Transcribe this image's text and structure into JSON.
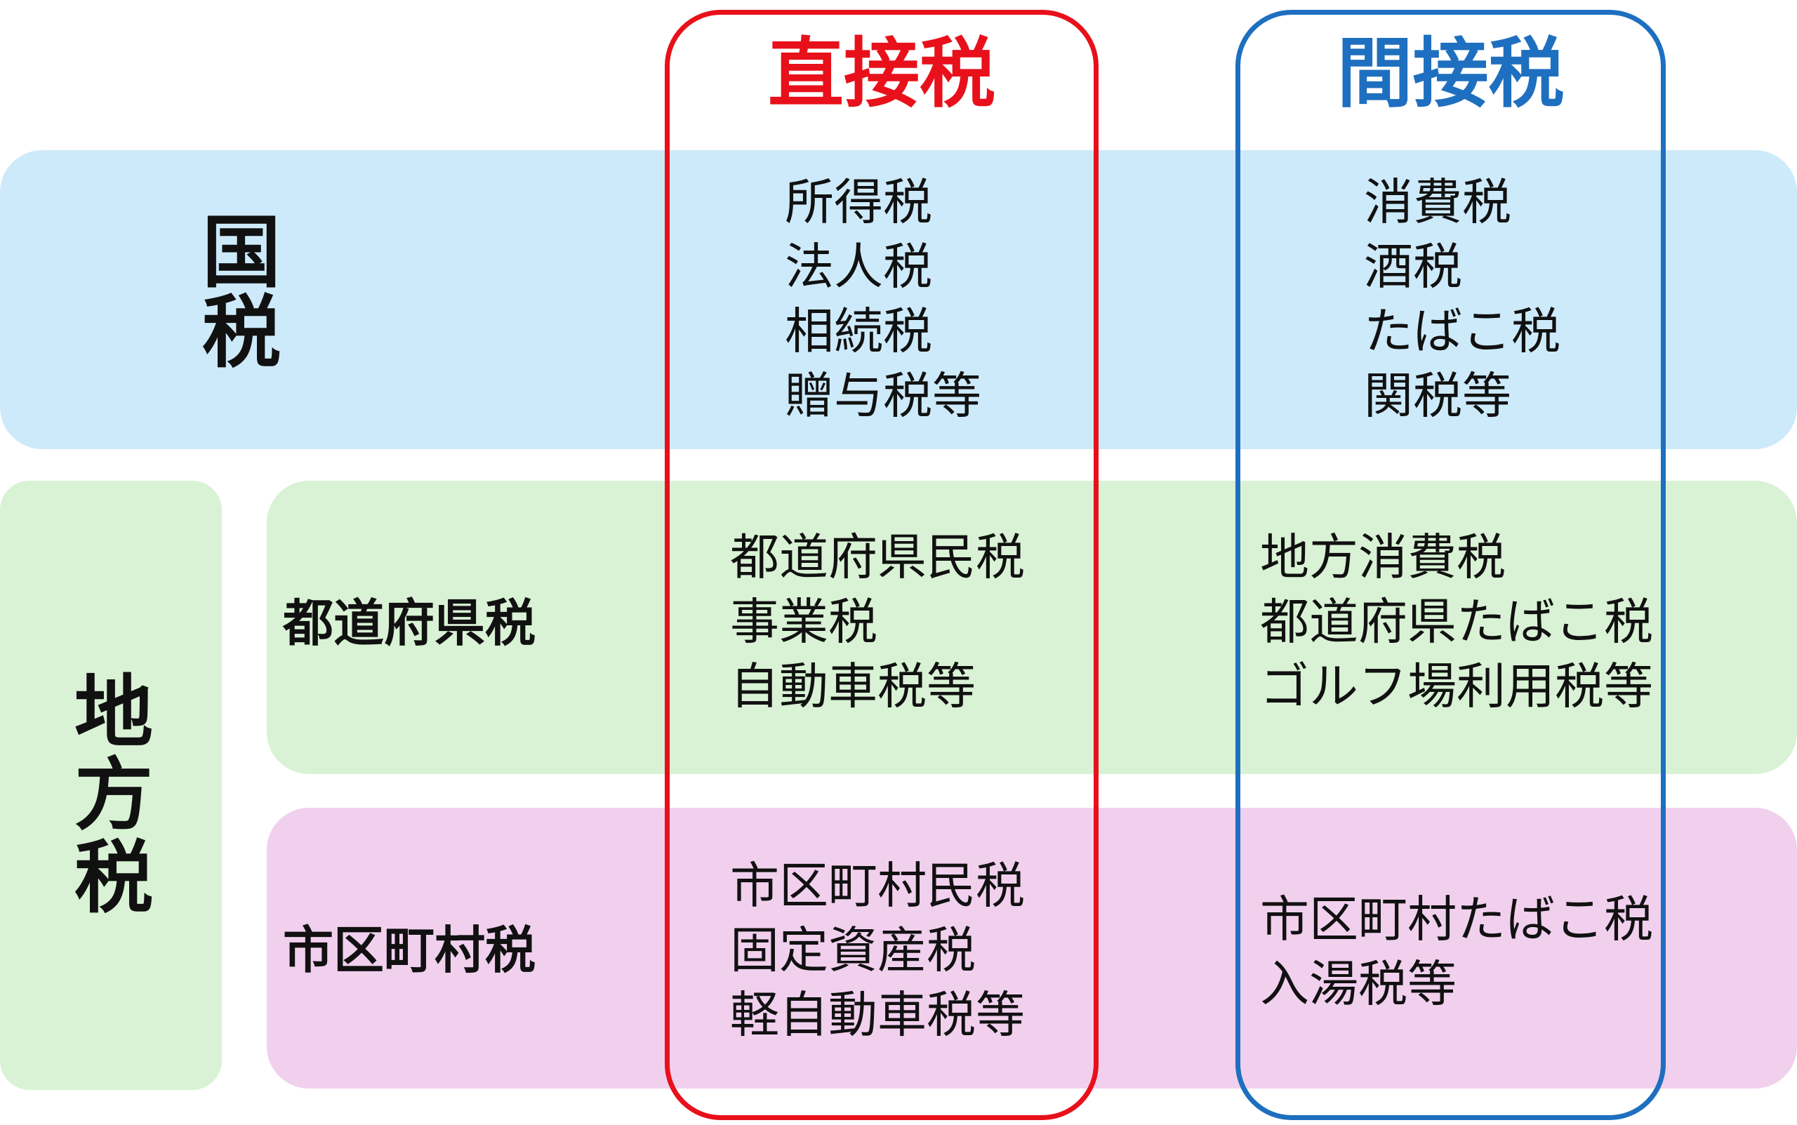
{
  "columns": {
    "direct": {
      "label": "直接税",
      "color": "#e8101a"
    },
    "indirect": {
      "label": "間接税",
      "color": "#1e6fbf"
    }
  },
  "rows": {
    "national": {
      "label": "国税",
      "color": "#cdeafa",
      "direct": [
        "所得税",
        "法人税",
        "相続税",
        "贈与税等"
      ],
      "indirect": [
        "消費税",
        "酒税",
        "たばこ税",
        "関税等"
      ]
    },
    "local": {
      "label": "地方税",
      "color": "#d9f2d5",
      "prefectural": {
        "label": "都道府県税",
        "color": "#d9f2d5",
        "direct": [
          "都道府県民税",
          "事業税",
          "自動車税等"
        ],
        "indirect": [
          "地方消費税",
          "都道府県たばこ税",
          "ゴルフ場利用税等"
        ]
      },
      "municipal": {
        "label": "市区町村税",
        "color": "#f1d0ee",
        "direct": [
          "市区町村民税",
          "固定資産税",
          "軽自動車税等"
        ],
        "indirect": [
          "市区町村たばこ税",
          "入湯税等"
        ]
      }
    }
  }
}
